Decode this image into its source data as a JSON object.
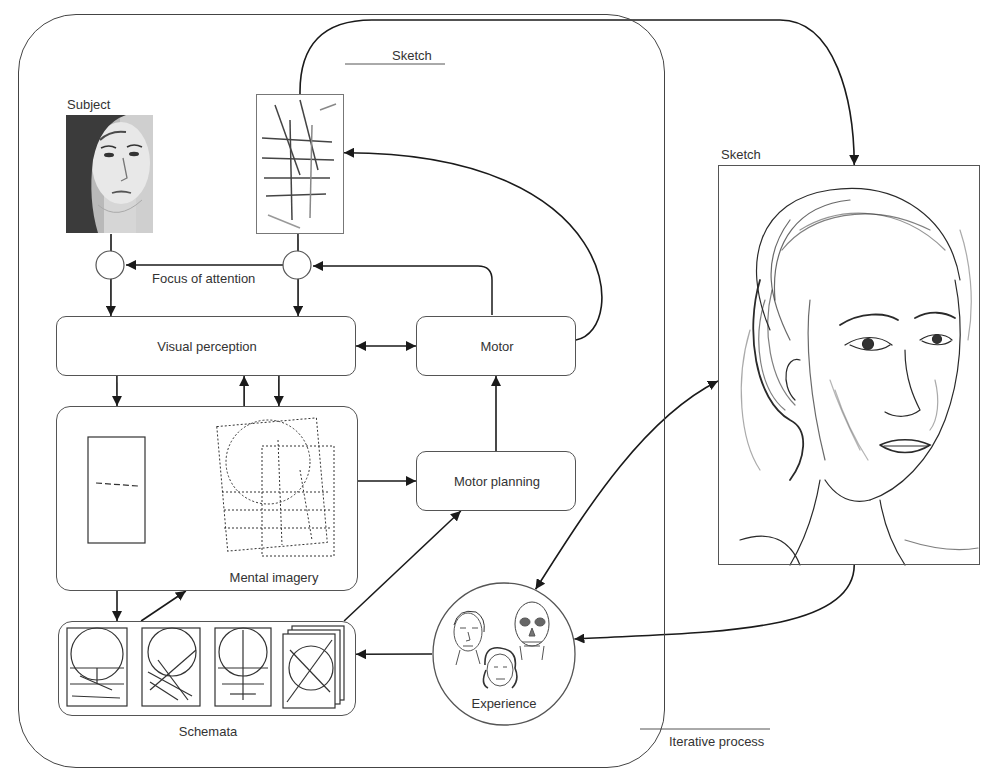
{
  "diagram": {
    "nodes": [
      {
        "text": [
          "Iterative process"
        ]
      },
      {
        "text": [
          "Subject"
        ],
        "in": 0
      },
      {
        "text": [
          "Sketch"
        ],
        "in": 0
      },
      {
        "text": [
          "Visual perception"
        ],
        "in": 0
      },
      {
        "text": [
          "Motor"
        ],
        "in": 0
      },
      {
        "text": [
          "Mental imagery"
        ],
        "in": 0
      },
      {
        "text": [
          "Motor planning"
        ],
        "in": 0
      },
      {
        "text": [
          "Schemata"
        ],
        "in": 0
      },
      {
        "text": [
          "Experience"
        ],
        "in": 0
      },
      {
        "text": [
          "Sketch"
        ]
      }
    ],
    "edges": [
      {
        "from": 1,
        "to": 3,
        "arrow": "to"
      },
      {
        "from": 2,
        "to": 3,
        "arrow": "to"
      },
      {
        "from": 3,
        "to": 4,
        "arrow": "both"
      },
      {
        "from": 4,
        "to": 2,
        "arrow": "to"
      },
      {
        "from": 3,
        "to": 5,
        "arrow": "to"
      },
      {
        "from": 5,
        "to": 3,
        "arrow": "to"
      },
      {
        "from": 3,
        "to": 5,
        "arrow": "to"
      },
      {
        "from": 5,
        "to": 7,
        "arrow": "to"
      },
      {
        "from": 7,
        "to": 5,
        "arrow": "to"
      },
      {
        "from": 5,
        "to": 6,
        "arrow": "to"
      },
      {
        "from": 6,
        "to": 4,
        "arrow": "to"
      },
      {
        "from": 7,
        "to": 6,
        "arrow": "to"
      },
      {
        "from": 8,
        "to": 7,
        "arrow": "to"
      },
      {
        "from": 2,
        "to": 9,
        "arrow": "to"
      },
      {
        "from": 9,
        "to": 8,
        "arrow": "to"
      },
      {
        "from": 8,
        "to": 9,
        "arrow": "both"
      }
    ],
    "labels": [
      "Focus of attention"
    ]
  }
}
